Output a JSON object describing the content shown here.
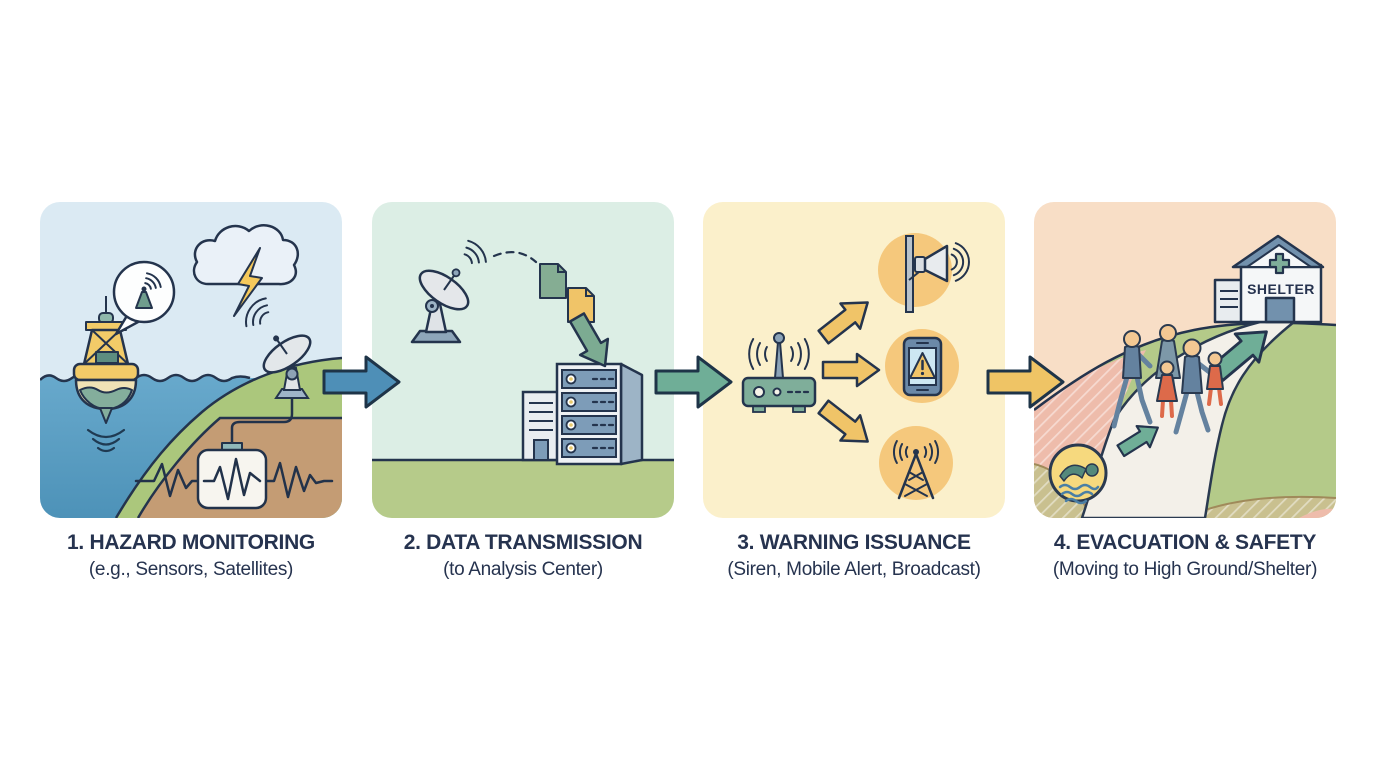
{
  "diagram": {
    "background": "#ffffff",
    "text_color": "#26334f",
    "outline_color": "#24344d",
    "steps": [
      {
        "title": "1. HAZARD MONITORING",
        "subtitle": "(e.g., Sensors, Satellites)",
        "panel_bg": "#dbeaf3",
        "icons": [
          "buoy-icon",
          "signal-speech-bubble-icon",
          "storm-cloud-icon",
          "lightning-bolt-icon",
          "satellite-dish-icon",
          "seismograph-sensor-icon",
          "sonar-waves-icon"
        ]
      },
      {
        "title": "2. DATA TRANSMISSION",
        "subtitle": "(to Analysis Center)",
        "panel_bg": "#dceee5",
        "icons": [
          "satellite-dish-icon",
          "data-file-green-icon",
          "data-file-yellow-icon",
          "transfer-arrow-icon",
          "server-rack-icon",
          "analysis-building-icon"
        ]
      },
      {
        "title": "3. WARNING ISSUANCE",
        "subtitle": "(Siren, Mobile Alert, Broadcast)",
        "panel_bg": "#fbf0cb",
        "icons": [
          "radio-transmitter-icon",
          "siren-loudspeaker-icon",
          "mobile-alert-icon",
          "broadcast-tower-icon"
        ]
      },
      {
        "title": "4. EVACUATION & SAFETY",
        "subtitle": "(Moving to High Ground/Shelter)",
        "panel_bg": "#f8dec6",
        "shelter_sign": "SHELTER",
        "icons": [
          "evacuation-route-icon",
          "evacuee-family-icon",
          "shelter-building-icon",
          "flood-swimmer-icon"
        ]
      }
    ],
    "connectors": [
      {
        "from": 1,
        "to": 2,
        "color": "#4e8fb7"
      },
      {
        "from": 2,
        "to": 3,
        "color": "#6fae97"
      },
      {
        "from": 3,
        "to": 4,
        "color": "#efc465"
      }
    ]
  }
}
